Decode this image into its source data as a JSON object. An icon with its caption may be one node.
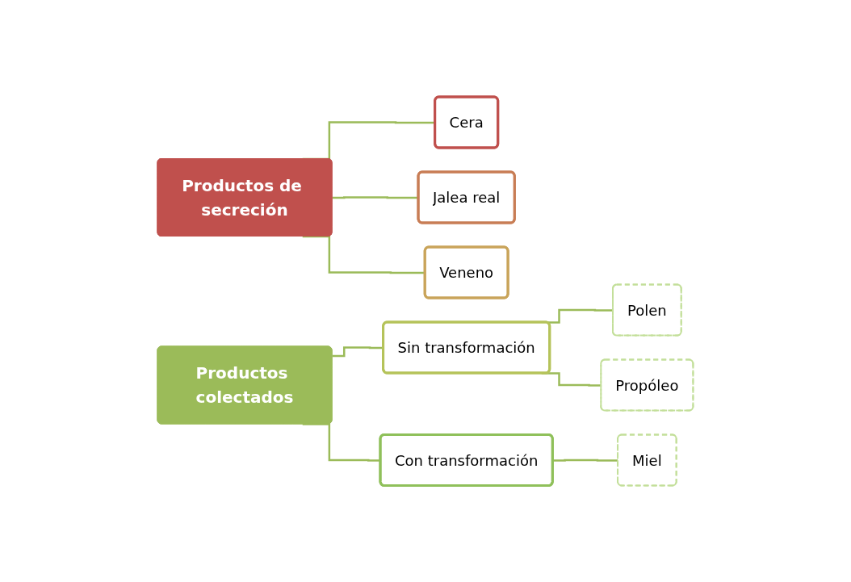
{
  "diagram": {
    "nodes": [
      {
        "text": [
          "Productos de secreción"
        ]
      },
      {
        "text": [
          "Cera"
        ]
      },
      {
        "text": [
          "Jalea real"
        ]
      },
      {
        "text": [
          "Veneno"
        ]
      },
      {
        "text": [
          "Productos colectados"
        ]
      },
      {
        "text": [
          "Sin transformación"
        ]
      },
      {
        "text": [
          "Con transformación"
        ]
      },
      {
        "text": [
          "Polen"
        ]
      },
      {
        "text": [
          "Propóleo"
        ]
      },
      {
        "text": [
          "Miel"
        ]
      }
    ],
    "edges": [
      {
        "from": 0,
        "to": 1,
        "arrow": "none"
      },
      {
        "from": 0,
        "to": 2,
        "arrow": "none"
      },
      {
        "from": 0,
        "to": 3,
        "arrow": "none"
      },
      {
        "from": 4,
        "to": 5,
        "arrow": "none"
      },
      {
        "from": 4,
        "to": 6,
        "arrow": "none"
      },
      {
        "from": 5,
        "to": 7,
        "arrow": "none"
      },
      {
        "from": 5,
        "to": 8,
        "arrow": "none"
      },
      {
        "from": 6,
        "to": 9,
        "arrow": "none"
      }
    ]
  }
}
